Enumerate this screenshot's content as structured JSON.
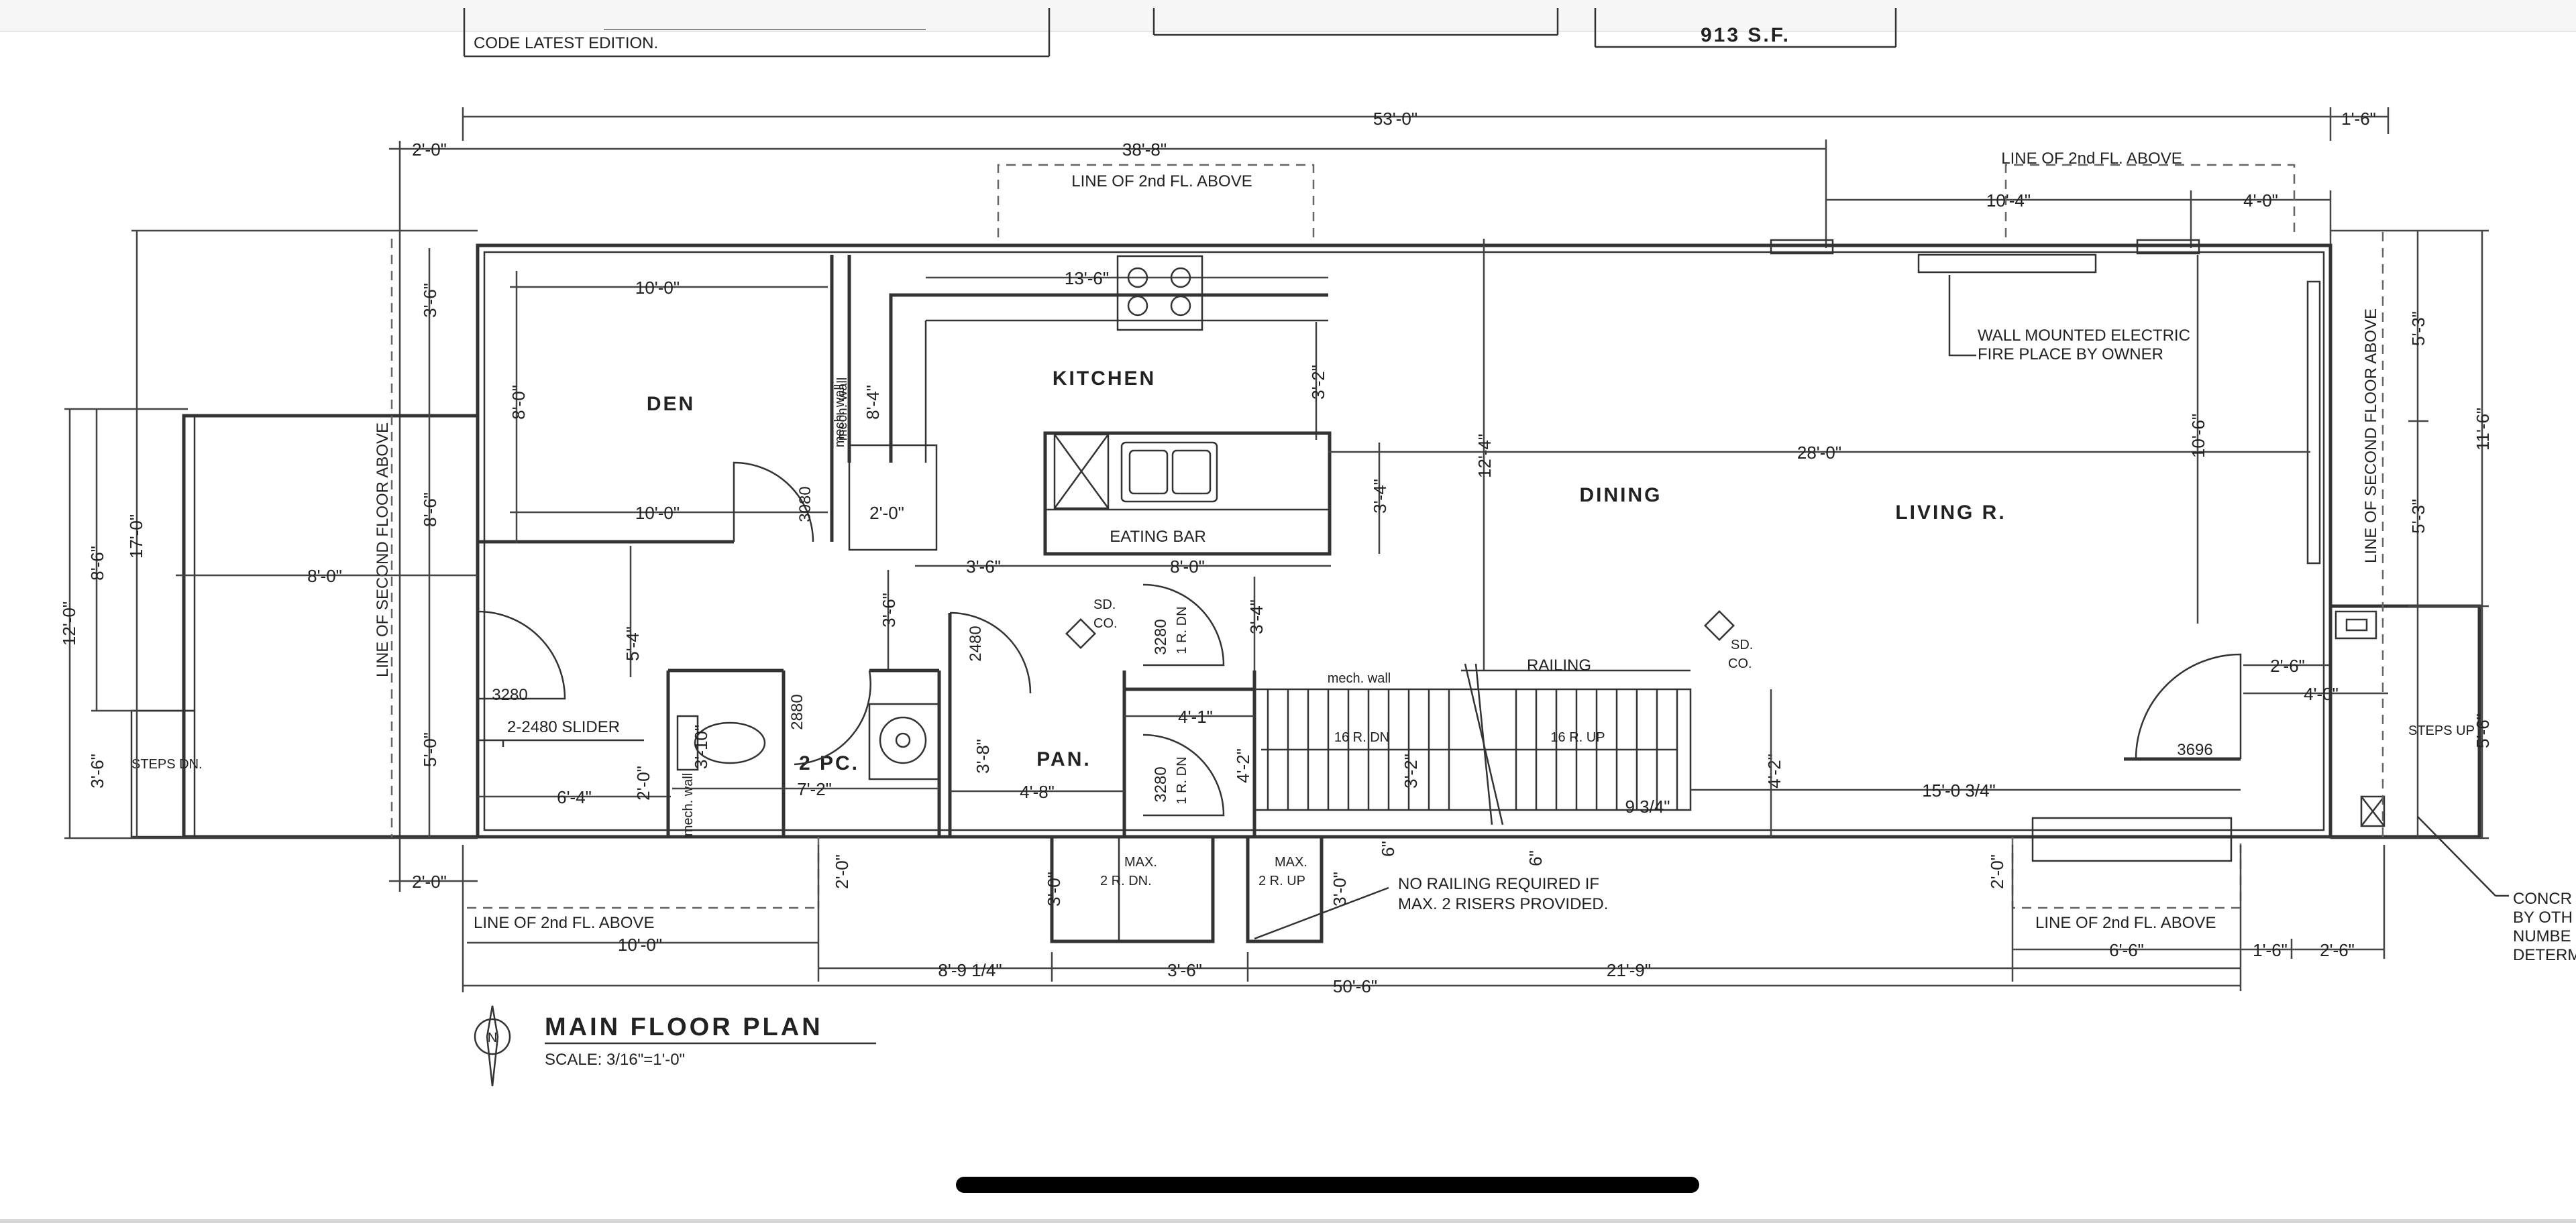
{
  "header": {
    "code_edition": "CODE LATEST EDITION.",
    "area": "913 S.F."
  },
  "rooms": {
    "den": "DEN",
    "kitchen": "KITCHEN",
    "dining": "DINING",
    "living": "LIVING R.",
    "pantry": "PAN.",
    "powder": "2 PC.",
    "eating_bar": "EATING BAR",
    "railing": "RAILING"
  },
  "dims": {
    "overall_53": "53'-0\"",
    "overall_38_8": "38'-8\"",
    "right_1_6_top": "1'-6\"",
    "left_2_0_top": "2'-0\"",
    "den_10_0_top": "10'-0\"",
    "den_10_0_bot": "10'-0\"",
    "den_8_0": "8'-0\"",
    "den_3_6": "3'-6\"",
    "den_8_6": "8'-6\"",
    "kitchen_13_6": "13'-6\"",
    "kitchen_8_4": "8'-4\"",
    "kitchen_3_2": "3'-2\"",
    "kitchen_3_4": "3'-4\"",
    "bar_3_6": "3'-6\"",
    "bar_8_0": "8'-0\"",
    "dining_12_4": "12'-4\"",
    "living_28_0": "28'-0\"",
    "living_10_6": "10'-6\"",
    "upper_10_4": "10'-4\"",
    "upper_4_0": "4'-0\"",
    "right_5_3_a": "5'-3\"",
    "right_5_3_b": "5'-3\"",
    "right_11_6": "11'-6\"",
    "right_5_6": "5'-6\"",
    "left_12_0": "12'-0\"",
    "left_8_6": "8'-6\"",
    "left_17_0": "17'-0\"",
    "left_3_6": "3'-6\"",
    "porch_8_0": "8'-0\"",
    "den_5_4": "5'-4\"",
    "den_5_0": "5'-0\"",
    "stair_3_6": "3'-6\"",
    "stair_3_4": "3'-4\"",
    "wc_3_10": "3'-10\"",
    "wc_2_0": "2'-0\"",
    "wc_6_4": "6'-4\"",
    "wc_7_2": "7'-2\"",
    "pan_3_8": "3'-8\"",
    "pan_4_8": "4'-8\"",
    "hall_4_1": "4'-1\"",
    "hall_4_2": "4'-2\"",
    "stair_3_2": "3'-2\"",
    "stair_4_2": "4'-2\"",
    "stair_9_3_4": "9 3/4\"",
    "stair_15_0": "15'-0 3/4\"",
    "door_2_6": "2'-6\"",
    "door_4_0": "4'-0\"",
    "bar_2_0": "2'-0\"",
    "bot_2_0_left": "2'-0\"",
    "bot_2_0_mid": "2'-0\"",
    "bot_2_0_right": "2'-0\"",
    "bot_3_0_a": "3'-0\"",
    "bot_3_0_b": "3'-0\"",
    "bot_6_a": "6\"",
    "bot_6_b": "6\"",
    "bot_10_0": "10'-0\"",
    "bot_8_9_1_4": "8'-9 1/4\"",
    "bot_3_6": "3'-6\"",
    "bot_21_9": "21'-9\"",
    "bot_50_6": "50'-6\"",
    "bot_6_6": "6'-6\"",
    "bot_1_6": "1'-6\"",
    "bot_2_6": "2'-6\""
  },
  "labels": {
    "line_2nd_fl_top_left": "LINE OF 2nd FL. ABOVE",
    "line_2nd_fl_top_right": "LINE OF 2nd FL. ABOVE",
    "line_2nd_fl_bot_left": "LINE OF 2nd FL. ABOVE",
    "line_2nd_fl_bot_right": "LINE OF 2nd FL. ABOVE",
    "line_second_floor_left": "LINE OF SECOND FLOOR ABOVE",
    "line_second_floor_right": "LINE OF SECOND FLOOR ABOVE",
    "fireplace_1": "WALL MOUNTED ELECTRIC",
    "fireplace_2": "FIRE PLACE BY OWNER",
    "mech_wall_1": "mech. wall",
    "mech_wall_2": "mech. wall",
    "mech_wall_3": "mech. wall",
    "door_3080": "3080",
    "door_3280_den": "3280",
    "door_2480": "2480",
    "door_2880": "2880",
    "door_3280_a": "3280",
    "door_3280_b": "3280",
    "door_3696": "3696",
    "slider": "2-2480 SLIDER",
    "sd_co_1a": "SD.",
    "sd_co_1b": "CO.",
    "sd_co_2a": "SD.",
    "sd_co_2b": "CO.",
    "r_dn_1": "1 R. DN",
    "r_dn_2": "1 R. DN",
    "r_dn_16": "16 R. DN",
    "r_up_16": "16 R. UP",
    "max_2r_dn_a": "MAX.",
    "max_2r_dn_b": "2 R. DN.",
    "max_2r_up_a": "MAX.",
    "max_2r_up_b": "2 R. UP",
    "no_railing_1": "NO RAILING REQUIRED IF",
    "no_railing_2": "MAX. 2 RISERS PROVIDED.",
    "steps_dn": "STEPS DN.",
    "steps_up": "STEPS UP",
    "concrete_1": "CONCR",
    "concrete_2": "BY OTH",
    "concrete_3": "NUMBE",
    "concrete_4": "DETERM",
    "plan_title": "MAIN FLOOR PLAN",
    "scale": "SCALE: 3/16\"=1'-0\"",
    "north": "N"
  }
}
